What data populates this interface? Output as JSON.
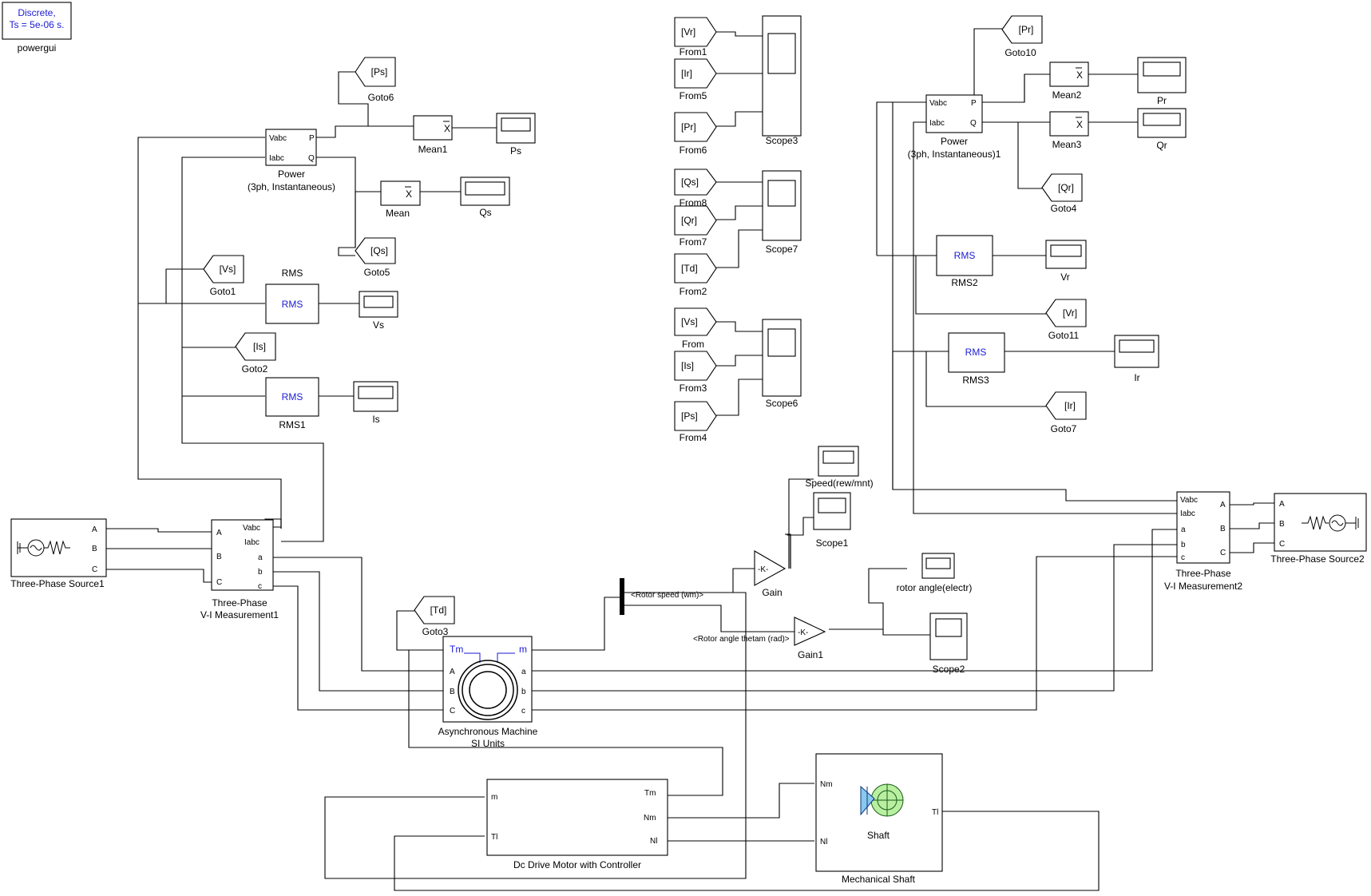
{
  "powergui": {
    "line1": "Discrete,",
    "line2": "Ts = 5e-06 s.",
    "label": "powergui"
  },
  "source1": {
    "label": "Three-Phase Source1",
    "ports": [
      "A",
      "B",
      "C"
    ]
  },
  "source2": {
    "label": "Three-Phase Source2",
    "ports": [
      "A",
      "B",
      "C"
    ]
  },
  "vi1": {
    "label1": "Three-Phase",
    "label2": "V-I Measurement1",
    "in_ports": [
      "A",
      "B",
      "C"
    ],
    "out_ports": [
      "Vabc",
      "Iabc",
      "a",
      "b",
      "c"
    ]
  },
  "vi2": {
    "label1": "Three-Phase",
    "label2": "V-I Measurement2",
    "left_ports": [
      "Vabc",
      "Iabc",
      "a",
      "b",
      "c"
    ],
    "right_ports": [
      "A",
      "B",
      "C"
    ]
  },
  "power1": {
    "label1": "Power",
    "label2": "(3ph, Instantaneous)",
    "in_ports": [
      "Vabc",
      "Iabc"
    ],
    "out_ports": [
      "P",
      "Q"
    ]
  },
  "power2": {
    "label1": "Power",
    "label2": "(3ph, Instantaneous)1",
    "in_ports": [
      "Vabc",
      "Iabc"
    ],
    "out_ports": [
      "P",
      "Q"
    ]
  },
  "mean_blocks": {
    "symbol": "X",
    "mean1": "Mean1",
    "mean": "Mean",
    "mean2": "Mean2",
    "mean3": "Mean3"
  },
  "rms_blocks": {
    "text": "RMS",
    "rms_top": "RMS",
    "rms1": "RMS1",
    "rms2": "RMS2",
    "rms3": "RMS3"
  },
  "displays": {
    "ps": "Ps",
    "qs": "Qs",
    "vs": "Vs",
    "is": "Is",
    "pr": "Pr",
    "qr": "Qr",
    "vr": "Vr",
    "ir": "Ir",
    "speed": "Speed(rew/mnt)",
    "rotor_angle": "rotor angle(electr)"
  },
  "scopes": {
    "scope3": "Scope3",
    "scope7": "Scope7",
    "scope6": "Scope6",
    "scope1": "Scope1",
    "scope2": "Scope2"
  },
  "gotos": [
    {
      "tag": "[Ps]",
      "name": "Goto6"
    },
    {
      "tag": "[Qs]",
      "name": "Goto5"
    },
    {
      "tag": "[Vs]",
      "name": "Goto1"
    },
    {
      "tag": "[Is]",
      "name": "Goto2"
    },
    {
      "tag": "[Td]",
      "name": "Goto3"
    },
    {
      "tag": "[Pr]",
      "name": "Goto10"
    },
    {
      "tag": "[Qr]",
      "name": "Goto4"
    },
    {
      "tag": "[Vr]",
      "name": "Goto11"
    },
    {
      "tag": "[Ir]",
      "name": "Goto7"
    }
  ],
  "froms": [
    {
      "tag": "[Vr]",
      "name": "From1"
    },
    {
      "tag": "[Ir]",
      "name": "From5"
    },
    {
      "tag": "[Pr]",
      "name": "From6"
    },
    {
      "tag": "[Qs]",
      "name": "From8"
    },
    {
      "tag": "[Qr]",
      "name": "From7"
    },
    {
      "tag": "[Td]",
      "name": "From2"
    },
    {
      "tag": "[Vs]",
      "name": "From"
    },
    {
      "tag": "[Is]",
      "name": "From3"
    },
    {
      "tag": "[Ps]",
      "name": "From4"
    }
  ],
  "machine": {
    "label1": "Asynchronous Machine",
    "label2": "SI Units",
    "tm": "Tm",
    "m": "m",
    "in_ports": [
      "A",
      "B",
      "C"
    ],
    "out_ports": [
      "a",
      "b",
      "c"
    ]
  },
  "demux": {
    "speed_signal": "<Rotor speed (wm)>",
    "angle_signal": "<Rotor angle thetam (rad)>"
  },
  "gains": {
    "k": "-K-",
    "gain": "Gain",
    "gain1": "Gain1"
  },
  "dc_drive": {
    "label": "Dc Drive Motor with Controller",
    "in_ports": [
      "m",
      "Tl"
    ],
    "out_ports": [
      "Tm",
      "Nm",
      "Nl"
    ]
  },
  "shaft": {
    "label": "Mechanical Shaft",
    "inner": "Shaft",
    "in_ports": [
      "Nm",
      "Nl"
    ],
    "out_port": "Tl"
  }
}
